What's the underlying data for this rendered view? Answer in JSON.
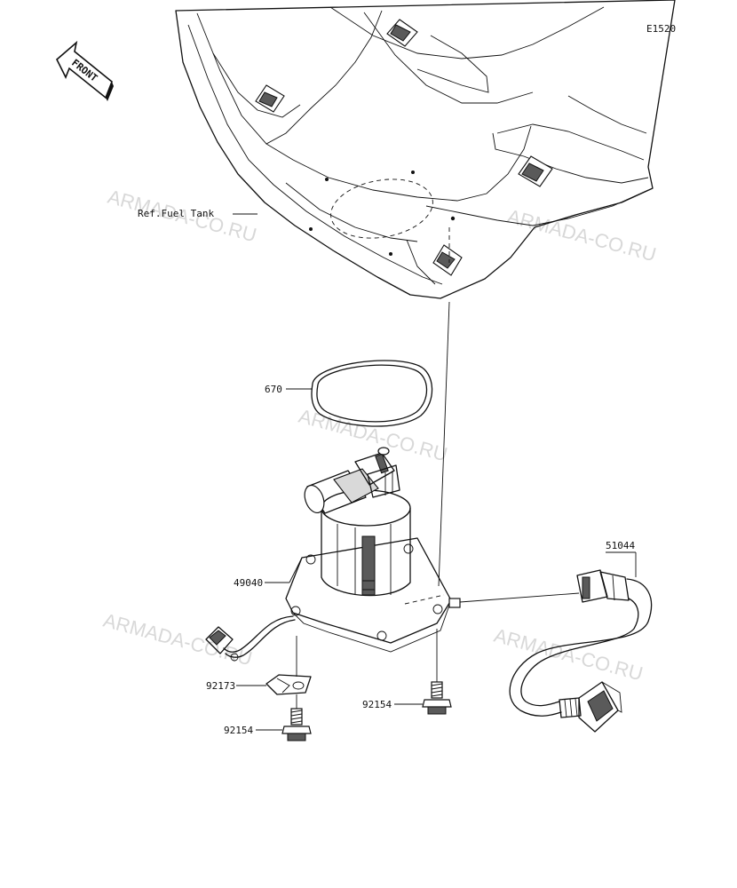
{
  "diagram_code": "E1520",
  "front_label": "FRONT",
  "reference_label": "Ref.Fuel Tank",
  "parts": {
    "o_ring": "670",
    "fuel_pump": "49040",
    "bracket": "92173",
    "bolt_left": "92154",
    "bolt_right": "92154",
    "hose_assembly": "51044"
  },
  "watermark": "ARMADA-CO.RU"
}
